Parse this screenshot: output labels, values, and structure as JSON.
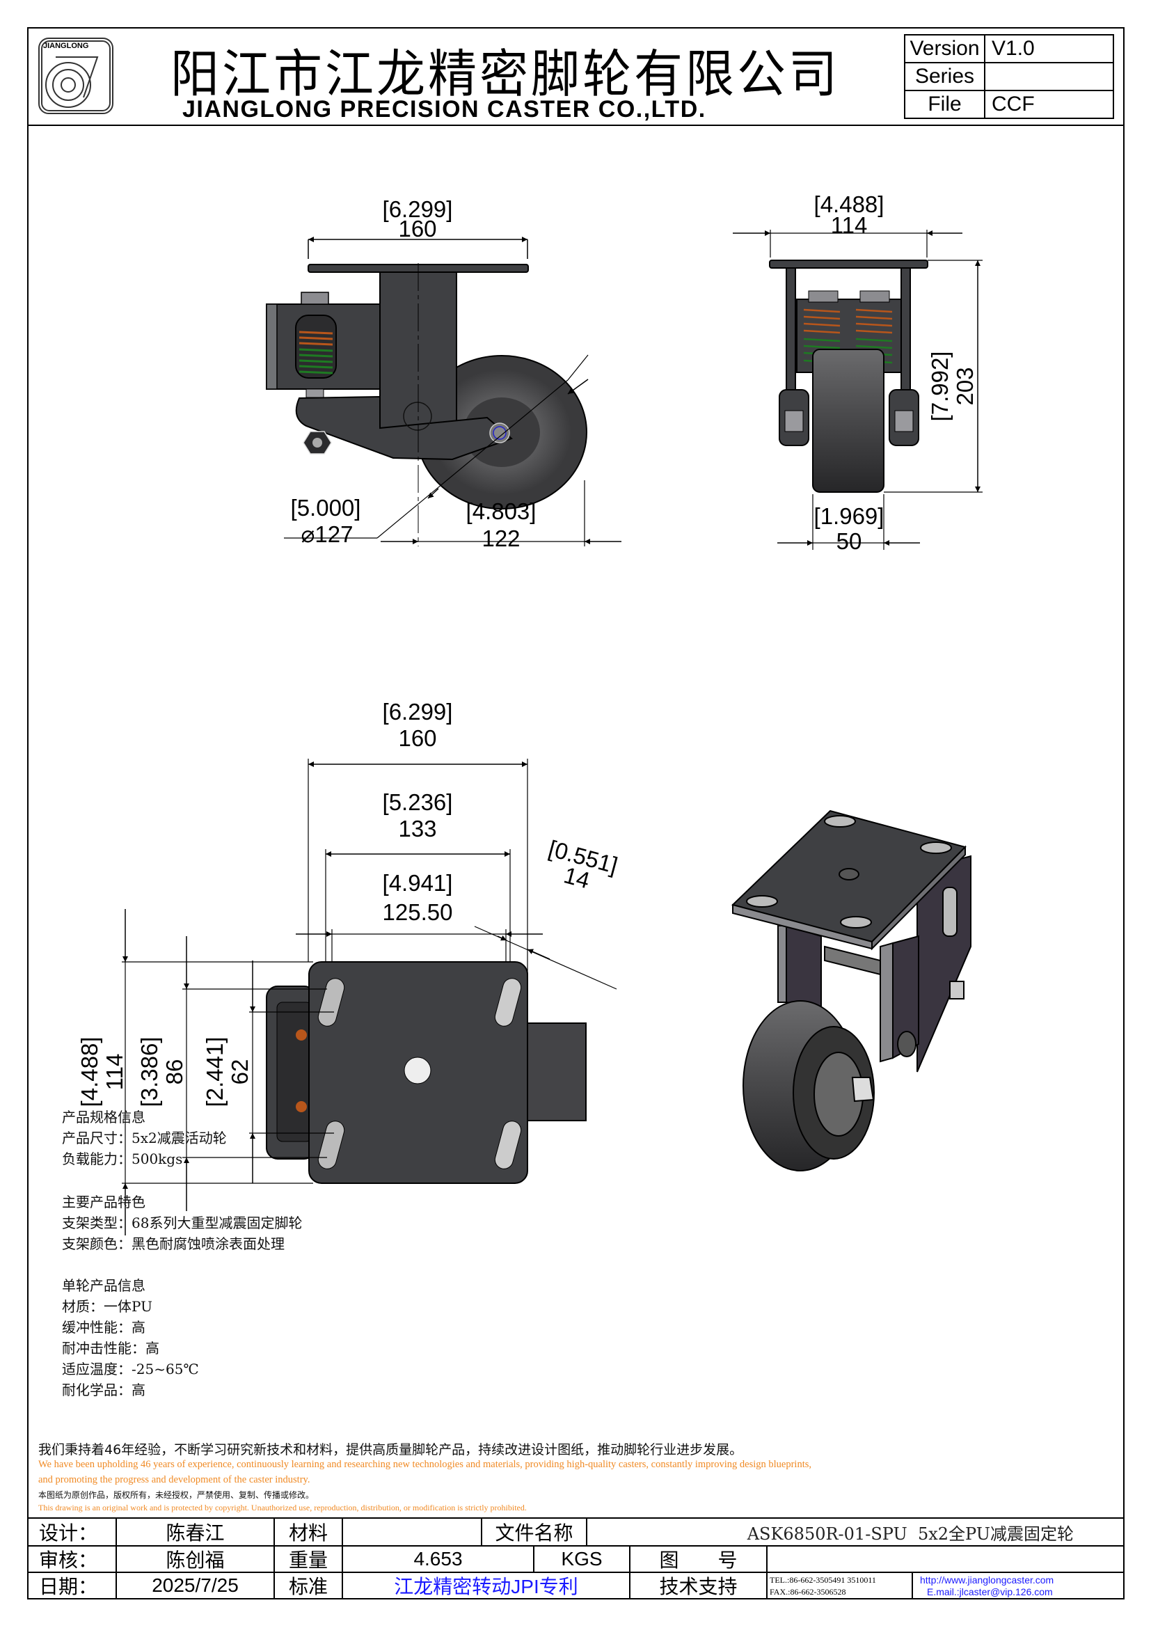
{
  "header": {
    "logo_text": "JIANGLONG",
    "company_cn": "阳江市江龙精密脚轮有限公司",
    "company_en": "JIANGLONG PRECISION CASTER CO.,LTD.",
    "info": [
      {
        "label": "Version",
        "value": "V1.0"
      },
      {
        "label": "Series",
        "value": ""
      },
      {
        "label": "File",
        "value": "CCF"
      }
    ]
  },
  "views": {
    "side": {
      "width_in": "[6.299]",
      "width_mm": "160",
      "diameter_in": "[5.000]",
      "diameter_mm": "⌀127",
      "offset_in": "[4.803]",
      "offset_mm": "122"
    },
    "front": {
      "width_in": "[4.488]",
      "width_mm": "114",
      "height_in": "[7.992]",
      "height_mm": "203",
      "wheel_in": "[1.969]",
      "wheel_mm": "50"
    },
    "top": {
      "plate_in": "[6.299]",
      "plate_mm": "160",
      "hole_outer_in": "[5.236]",
      "hole_outer_mm": "133",
      "hole_inner_in": "[4.941]",
      "hole_inner_mm": "125.50",
      "slot_in": "[0.551]",
      "slot_mm": "14",
      "plate_w_in": "[4.488]",
      "plate_w_mm": "114",
      "hole_w_outer_in": "[3.386]",
      "hole_w_outer_mm": "86",
      "hole_w_inner_in": "[2.441]",
      "hole_w_inner_mm": "62"
    }
  },
  "specs": {
    "lines_a": [
      "产品规格信息",
      "产品尺寸：5x2减震活动轮",
      "负载能力：500kgs"
    ],
    "lines_b": [
      "主要产品特色",
      "支架类型：68系列大重型减震固定脚轮",
      "支架颜色：黑色耐腐蚀喷涂表面处理"
    ],
    "lines_c": [
      "单轮产品信息",
      "材质：一体PU",
      "缓冲性能：高",
      "耐冲击性能：高",
      "适应温度：-25~65℃",
      "耐化学品：高"
    ]
  },
  "notes": {
    "commitment_cn": "我们秉持着46年经验，不断学习研究新技术和材料，提供高质量脚轮产品，持续改进设计图纸，推动脚轮行业进步发展。",
    "commitment_en_1": "We have been upholding 46 years of experience, continuously learning and researching new technologies and materials, providing high-quality casters, constantly improving design blueprints,",
    "commitment_en_2": "and promoting the progress and development of the caster industry.",
    "copyright_cn": "本图纸为原创作品，版权所有，未经授权，严禁使用、复制、传播或修改。",
    "copyright_en": "This drawing is an original work and is protected by copyright. Unauthorized use, reproduction, distribution, or modification is strictly prohibited."
  },
  "title_block": {
    "design_label": "设计：",
    "designer": "陈春江",
    "material_label": "材料",
    "material": "",
    "filename_label": "文件名称",
    "filename": "ASK6850R-01-SPU  5x2全PU减震固定轮",
    "review_label": "审核：",
    "reviewer": "陈创福",
    "weight_label": "重量",
    "weight": "4.653",
    "weight_unit": "KGS",
    "drawing_no_label": "图　　号",
    "drawing_no": "",
    "date_label": "日期：",
    "date": "2025/7/25",
    "standard_label": "标准",
    "standard": "江龙精密转动JPI专利",
    "support_label": "技术支持",
    "tel": "TEL.:86-662-3505491 3510011",
    "fax": "FAX.:86-662-3506528",
    "website": "http://www.jianglongcaster.com",
    "email": "E.mail.:jlcaster@vip.126.com"
  },
  "colors": {
    "metal": "#3f4043",
    "orange_text": "#f08a24",
    "blue_text": "#1a1aff",
    "spring_orange": "#b8561b",
    "spring_green": "#1e7a22"
  }
}
